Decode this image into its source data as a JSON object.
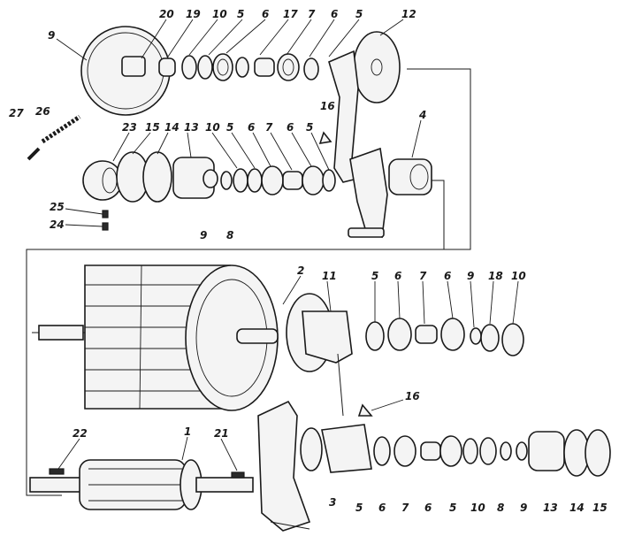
{
  "callouts": {
    "c1": "1",
    "c2": "2",
    "c3": "3",
    "c4": "4",
    "c5a": "5",
    "c5b": "5",
    "c5c": "5",
    "c5d": "5",
    "c5e": "5",
    "c5f": "5",
    "c5g": "5",
    "c6a": "6",
    "c6b": "6",
    "c6c": "6",
    "c6d": "6",
    "c6e": "6",
    "c6f": "6",
    "c6g": "6",
    "c6h": "6",
    "c7a": "7",
    "c7b": "7",
    "c7c": "7",
    "c7d": "7",
    "c8a": "8",
    "c8b": "8",
    "c9a": "9",
    "c9b": "9",
    "c9c": "9",
    "c9d": "9",
    "c10a": "10",
    "c10b": "10",
    "c10c": "10",
    "c10d": "10",
    "c11": "11",
    "c12": "12",
    "c13a": "13",
    "c13b": "13",
    "c14a": "14",
    "c14b": "14",
    "c15a": "15",
    "c15b": "15",
    "c16a": "16",
    "c16b": "16",
    "c17": "17",
    "c18": "18",
    "c19": "19",
    "c20": "20",
    "c21": "21",
    "c22": "22",
    "c23": "23",
    "c24": "24",
    "c25": "25",
    "c26": "26",
    "c27": "27"
  },
  "colors": {
    "ink": "#1a1a1a",
    "paper": "#ffffff"
  }
}
